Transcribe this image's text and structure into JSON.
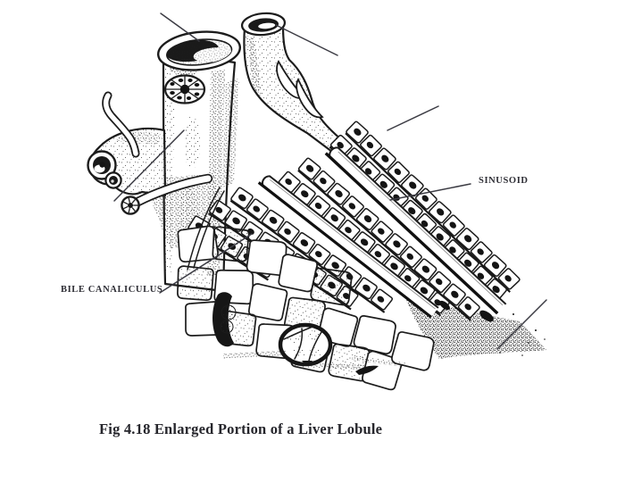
{
  "page": {
    "background": "#ffffff"
  },
  "figure": {
    "caption": "Fig 4.18 Enlarged Portion of a Liver Lobule",
    "labels": {
      "sinusoid": "SINUSOID",
      "bile_canaliculus": "BILE CANALICULUS"
    },
    "unlabeled_pointer_lines": 5,
    "ink_color": "#1c1c1c",
    "label_text_color": "#2e2e35"
  }
}
